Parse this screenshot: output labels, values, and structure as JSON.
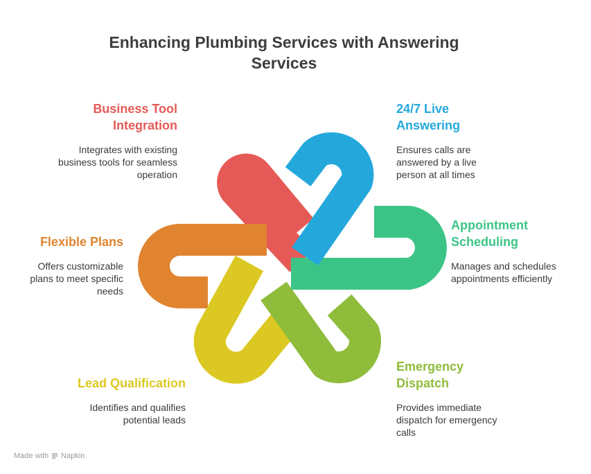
{
  "title": "Enhancing Plumbing Services with Answering Services",
  "colors": {
    "red": "#e55a57",
    "blue": "#24a8dc",
    "green": "#3cc486",
    "lime": "#8fbc3a",
    "yellow": "#dcc822",
    "orange": "#e08430"
  },
  "items": [
    {
      "heading": "Business Tool Integration",
      "description": "Integrates with existing business tools for seamless operation",
      "color": "#e55a57"
    },
    {
      "heading": "24/7 Live Answering",
      "description": "Ensures calls are answered by a live person at all times",
      "color": "#24a8dc"
    },
    {
      "heading": "Appointment Scheduling",
      "description": "Manages and schedules appointments efficiently",
      "color": "#3cc486"
    },
    {
      "heading": "Flexible Plans",
      "description": "Offers customizable plans to meet specific needs",
      "color": "#e08430"
    },
    {
      "heading": "Emergency Dispatch",
      "description": "Provides immediate dispatch for emergency calls",
      "color": "#8fbc3a"
    },
    {
      "heading": "Lead Qualification",
      "description": "Identifies and qualifies potential leads",
      "color": "#dcc822"
    }
  ],
  "footer": {
    "made_with": "Made with",
    "brand": "Napkin"
  }
}
